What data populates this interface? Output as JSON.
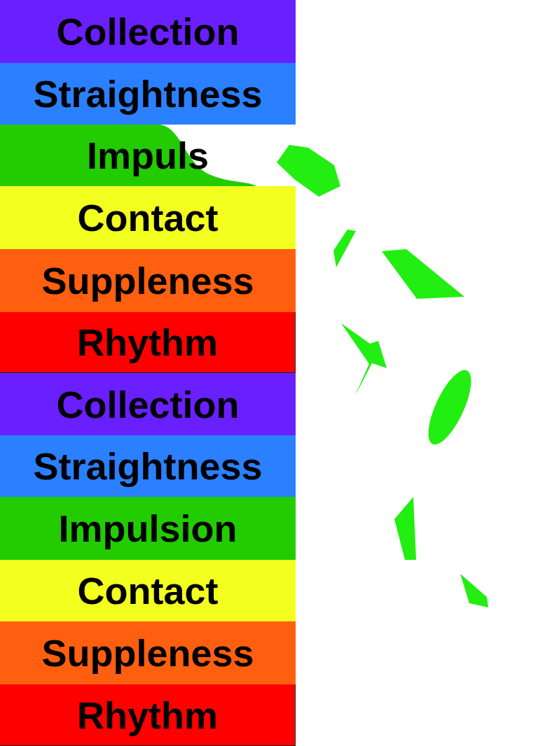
{
  "diagram": {
    "nodes": [
      {
        "text": [
          "Collection"
        ]
      },
      {
        "text": [
          "Straightness"
        ]
      },
      {
        "text": [
          "Impuls"
        ]
      },
      {
        "text": [
          "Contact"
        ]
      },
      {
        "text": [
          "Suppleness"
        ]
      },
      {
        "text": [
          "Rhythm"
        ]
      },
      {
        "text": [
          "Collection"
        ]
      },
      {
        "text": [
          "Straightness"
        ]
      },
      {
        "text": [
          "Impulsion"
        ]
      },
      {
        "text": [
          "Contact"
        ]
      },
      {
        "text": [
          "Suppleness"
        ]
      },
      {
        "text": [
          "Rhythm"
        ]
      }
    ]
  }
}
